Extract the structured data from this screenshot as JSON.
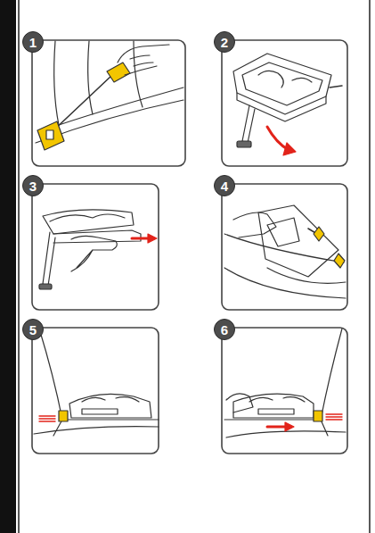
{
  "diagram": {
    "nodes": [
      {
        "text": [
          "1"
        ]
      },
      {
        "text": [
          "2"
        ]
      },
      {
        "text": [
          "3"
        ]
      },
      {
        "text": [
          "4"
        ]
      },
      {
        "text": [
          "5"
        ]
      },
      {
        "text": [
          "6"
        ]
      }
    ]
  }
}
